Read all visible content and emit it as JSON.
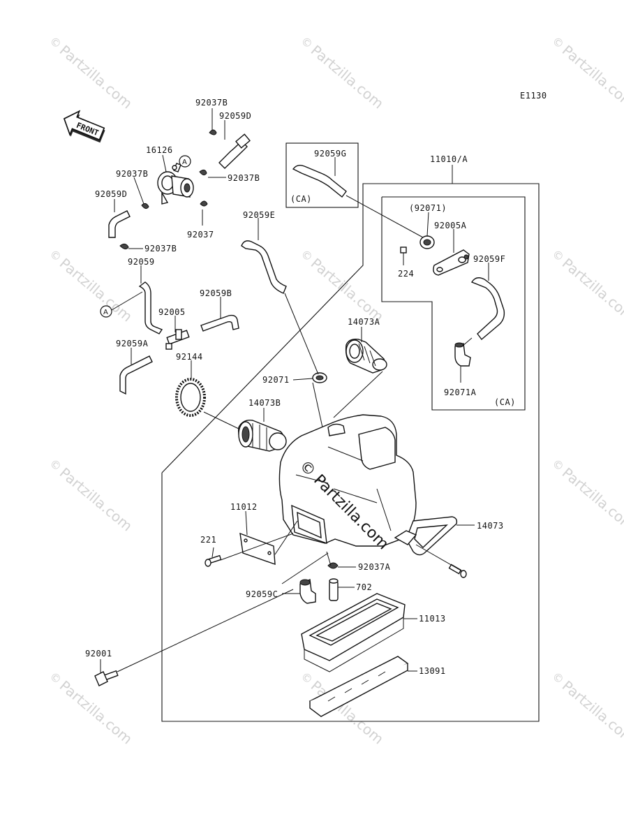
{
  "diagram_code": "E1130",
  "front_label": "FRONT",
  "watermark_text": "Partzilla.com",
  "watermark_symbol": "©",
  "center_watermark": "© Partzilla.com",
  "callout_a": "A",
  "labels": {
    "p92037B_top": "92037B",
    "p92059D_top": "92059D",
    "p16126": "16126",
    "p92037B_mid": "92037B",
    "p92037B_right": "92037B",
    "p92059D_left": "92059D",
    "p92037": "92037",
    "p92037B_low": "92037B",
    "p92059": "92059",
    "p92059E": "92059E",
    "p92059G": "92059G",
    "p11010A": "11010/A",
    "p92071_paren": "(92071)",
    "p92005A": "92005A",
    "p224": "224",
    "p92059F": "92059F",
    "p92059B": "92059B",
    "p92005": "92005",
    "p92059A": "92059A",
    "p92144": "92144",
    "p14073A": "14073A",
    "p92071": "92071",
    "p92071A": "92071A",
    "p14073B": "14073B",
    "p11012": "11012",
    "p221": "221",
    "p14073": "14073",
    "p92037A": "92037A",
    "p702": "702",
    "p92059C": "92059C",
    "p11013": "11013",
    "p92001": "92001",
    "p13091": "13091",
    "ca_left": "(CA)",
    "ca_right": "(CA)"
  }
}
